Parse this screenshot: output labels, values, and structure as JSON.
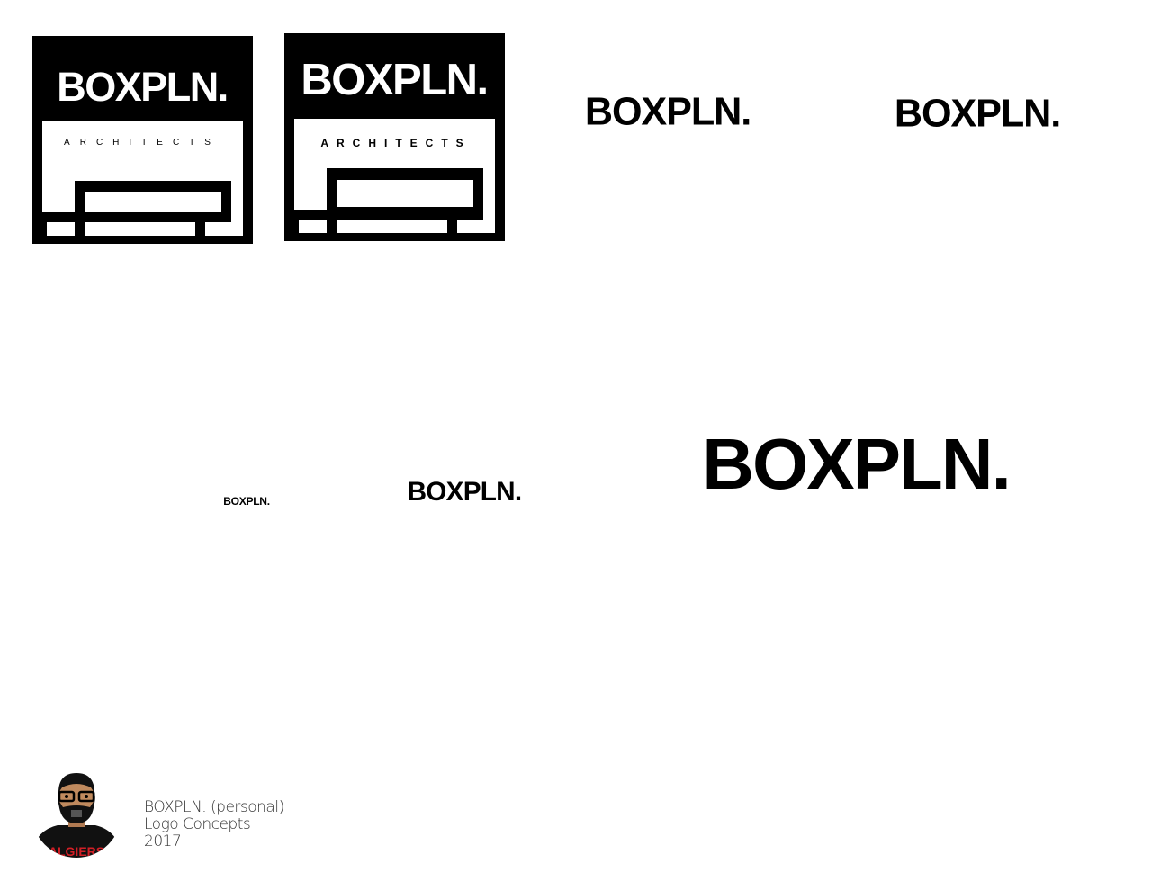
{
  "brand": {
    "wordmark": "BOXPLN.",
    "tagline": "ARCHITECTS"
  },
  "colors": {
    "black": "#000000",
    "white": "#ffffff",
    "accent_yellow": "#FFCC00",
    "shirt_print_red": "#d21f26"
  },
  "concepts": [
    {
      "variant": "black-top-light-tagline",
      "wordmark": "BOXPLN.",
      "tagline": "ARCHITECTS"
    },
    {
      "variant": "black-top-bold-tagline",
      "wordmark": "BOXPLN.",
      "tagline": "ARCHITECTS"
    },
    {
      "variant": "yellow-fill",
      "wordmark": "BOXPLN."
    },
    {
      "variant": "white-fill",
      "wordmark": "BOXPLN."
    },
    {
      "variant": "white-fill-tiny",
      "wordmark": "BOXPLN."
    },
    {
      "variant": "white-fill-small",
      "wordmark": "BOXPLN."
    },
    {
      "variant": "white-fill-large",
      "wordmark": "BOXPLN."
    }
  ],
  "author": {
    "avatar_shirt_text": "ALGIERS"
  },
  "caption": {
    "line1": "BOXPLN. (personal)",
    "line2": "Logo Concepts",
    "line3": "2017"
  }
}
